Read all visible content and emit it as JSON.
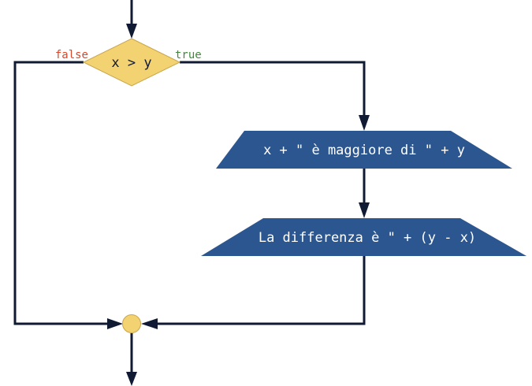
{
  "flowchart": {
    "decision": {
      "label": "x > y",
      "false_label": "false",
      "true_label": "true"
    },
    "outputs": [
      {
        "label": "x + \" è maggiore di \" + y"
      },
      {
        "label": "La differenza è \" + (y - x)"
      }
    ],
    "colors": {
      "decision_fill": "#f3d272",
      "decision_stroke": "#c9a64a",
      "output_fill": "#2c568f",
      "output_text": "#ffffff",
      "edge": "#111a33",
      "false_label": "#d9472b",
      "true_label": "#3f8a3a",
      "junction_fill": "#f3d272"
    }
  }
}
